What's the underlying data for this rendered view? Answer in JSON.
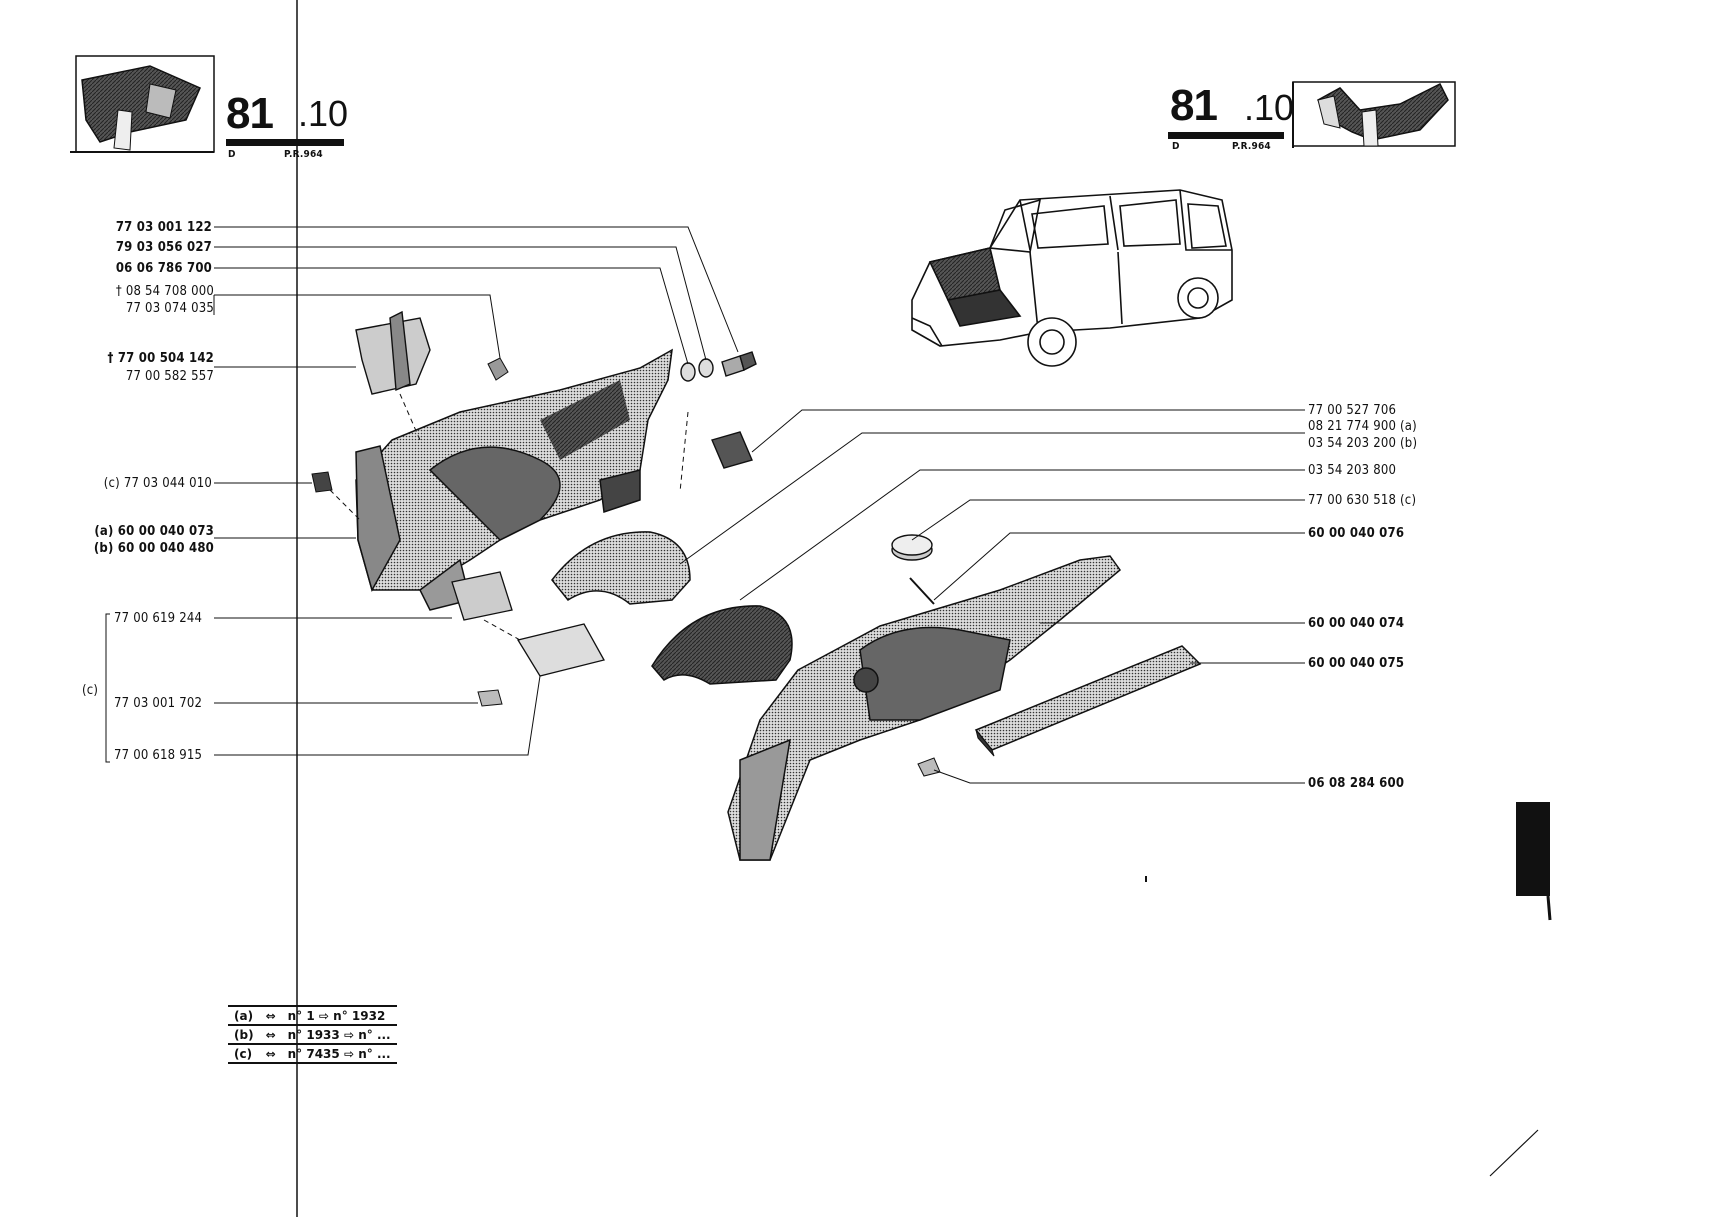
{
  "header_left": {
    "section": "81",
    "subsection": ".10",
    "group_code": "D",
    "pr_code": "P.R.964"
  },
  "header_right": {
    "section": "81",
    "subsection": ".10",
    "group_code": "D",
    "pr_code": "P.R.964"
  },
  "left_refs": {
    "r1": "77 03 001 122",
    "r2": "79 03 056 027",
    "r3": "06 06 786 700",
    "r4a": "† 08 54 708 000",
    "r4b": "77 03 074 035",
    "r5a": "† 77 00 504 142",
    "r5b": "77 00 582 557",
    "r6": "(c) 77 03 044 010",
    "r7a": "(a)  60 00 040 073",
    "r7b": "(b)  60 00 040 480",
    "r8": "77 00 619 244",
    "group_c": "(c)",
    "r9": "77 03 001 702",
    "r10": "77 00 618 915"
  },
  "right_refs": {
    "r1": "77 00 527 706",
    "r2a": "08 21 774 900 (a)",
    "r2b": "03 54 203 200 (b)",
    "r3": "03 54 203 800",
    "r4": "77 00 630 518 (c)",
    "r5": "60 00 040 076",
    "r6": "60 00 040 074",
    "r7": "60 00 040 075",
    "r8": "06 08 284 600"
  },
  "legend": [
    {
      "tag": "(a)",
      "from_prefix": "n°",
      "from": "1",
      "to_prefix": "n°",
      "to": "1932"
    },
    {
      "tag": "(b)",
      "from_prefix": "n°",
      "from": "1933",
      "to_prefix": "n°",
      "to": "..."
    },
    {
      "tag": "(c)",
      "from_prefix": "n°",
      "from": "7435",
      "to_prefix": "n°",
      "to": "..."
    }
  ]
}
